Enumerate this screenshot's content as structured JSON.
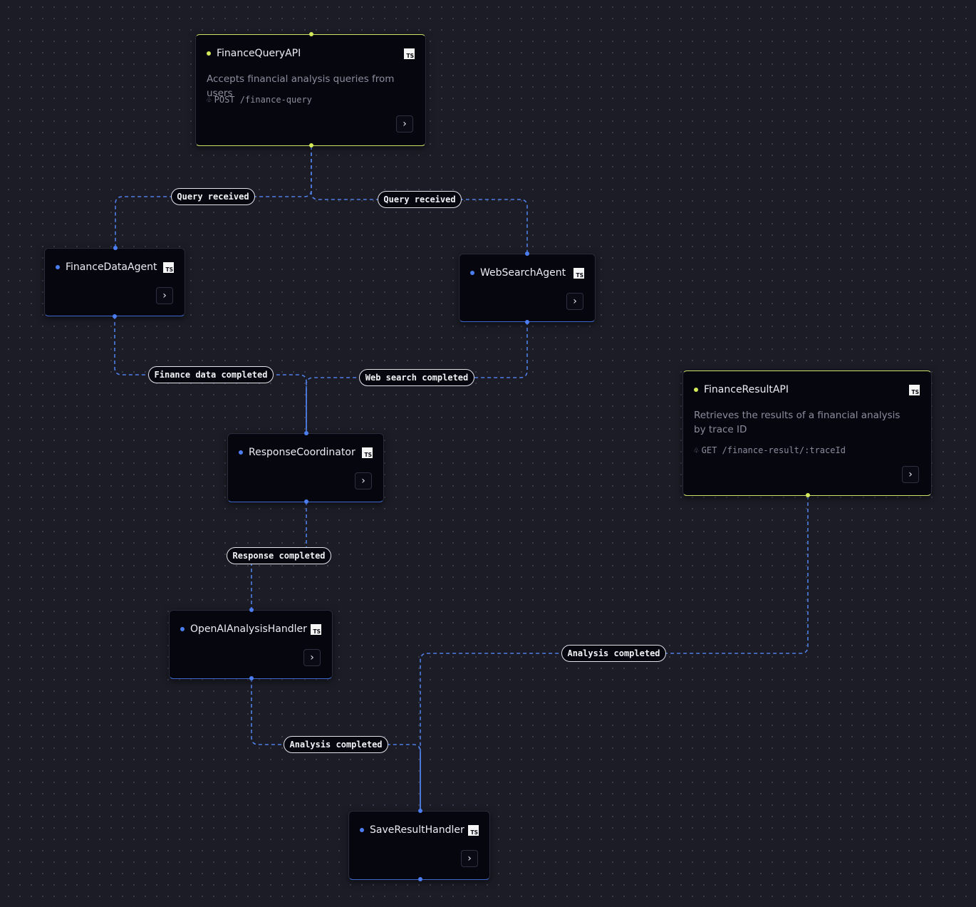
{
  "canvas": {
    "background": "#1c1c26",
    "edge_color": "#4f7fe6",
    "api_color": "#d5ea5b",
    "event_color": "#4c7ef2"
  },
  "nodes": {
    "finance_query_api": {
      "title": "FinanceQueryAPI",
      "badge": "TS",
      "description": "Accepts financial analysis queries from users",
      "route": "POST /finance-query",
      "expand_icon": "chevron-right-icon"
    },
    "finance_data_agent": {
      "title": "FinanceDataAgent",
      "badge": "TS"
    },
    "web_search_agent": {
      "title": "WebSearchAgent",
      "badge": "TS"
    },
    "response_coordinator": {
      "title": "ResponseCoordinator",
      "badge": "TS"
    },
    "openai_analysis_handler": {
      "title": "OpenAIAnalysisHandler",
      "badge": "TS"
    },
    "save_result_handler": {
      "title": "SaveResultHandler",
      "badge": "TS"
    },
    "finance_result_api": {
      "title": "FinanceResultAPI",
      "badge": "TS",
      "description": "Retrieves the results of a financial analysis by trace ID",
      "route": "GET /finance-result/:traceId"
    }
  },
  "edge_labels": {
    "query_received_left": "Query received",
    "query_received_right": "Query received",
    "finance_data_completed": "Finance data completed",
    "web_search_completed": "Web search completed",
    "response_completed": "Response completed",
    "analysis_completed_right": "Analysis completed",
    "analysis_completed_left": "Analysis completed"
  }
}
